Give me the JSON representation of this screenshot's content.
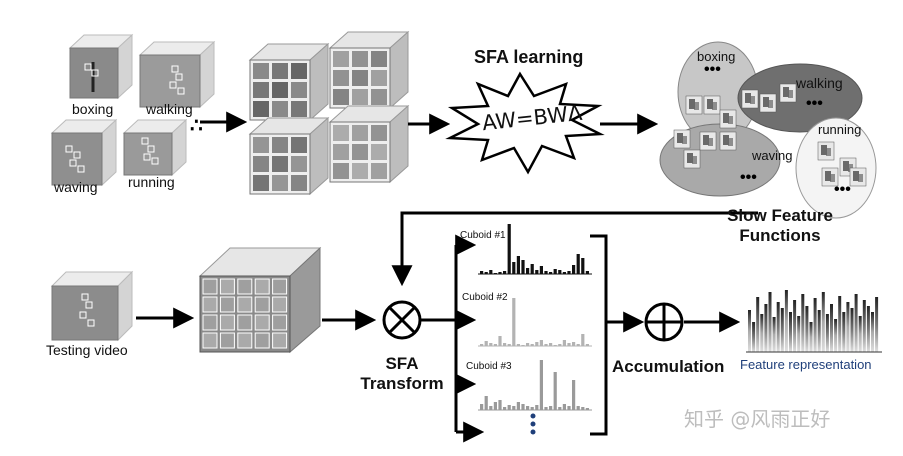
{
  "training_videos": [
    {
      "label": "boxing"
    },
    {
      "label": "walking"
    },
    {
      "label": "waving"
    },
    {
      "label": "running"
    }
  ],
  "sfa_learning": {
    "title": "SFA learning",
    "equation": "AW=BWΛ"
  },
  "clusters": [
    {
      "label": "boxing"
    },
    {
      "label": "walking"
    },
    {
      "label": "waving"
    },
    {
      "label": "running"
    }
  ],
  "slow_feature_functions": "Slow Feature\nFunctions",
  "testing_video": "Testing video",
  "sfa_transform": "SFA\nTransform",
  "cuboids": [
    {
      "label": "Cuboid #1",
      "color": "#111111"
    },
    {
      "label": "Cuboid #2",
      "color": "#b3b3b3"
    },
    {
      "label": "Cuboid #3",
      "color": "#9a9a9a"
    }
  ],
  "accumulation": "Accumulation",
  "feature_representation": "Feature representation",
  "watermark": "知乎 @风雨正好",
  "colors": {
    "arrow": "#000000",
    "blue_text": "#1f3f7a",
    "cluster_fill": "#a9a9a9",
    "dark_cluster": "#6f6f6f"
  }
}
